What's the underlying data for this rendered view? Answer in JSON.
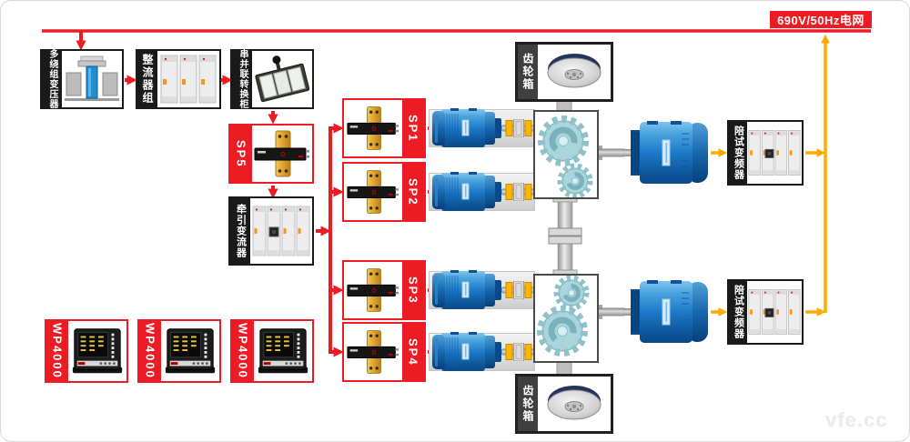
{
  "banner": {
    "label": "690V/50Hz电网"
  },
  "blocks": {
    "transformer": {
      "label": "多绕组变压器"
    },
    "rectifier": {
      "label": "整流器组"
    },
    "switch_cabinet": {
      "label": "串并联转换柜"
    },
    "sp5": {
      "label": "SP5"
    },
    "traction_converter": {
      "label": "牵引变流器"
    },
    "gearbox_top": {
      "label": "齿轮箱"
    },
    "gearbox_bottom": {
      "label": "齿轮箱"
    },
    "inverter_top": {
      "label": "陪试变频器"
    },
    "inverter_bottom": {
      "label": "陪试变频器"
    }
  },
  "sp_sensors": [
    {
      "label": "SP1"
    },
    {
      "label": "SP2"
    },
    {
      "label": "SP3"
    },
    {
      "label": "SP4"
    }
  ],
  "analyzers": [
    {
      "label": "WP4000"
    },
    {
      "label": "WP4000"
    },
    {
      "label": "WP4000"
    }
  ],
  "watermark": {
    "label": "vfe.cc"
  },
  "colors": {
    "bus_red": "#ed1c24",
    "line_yellow": "#ffaa00",
    "motor_blue": "#1c7ac9",
    "gear_teal": "#a9d6dc",
    "panel_black": "#1a1a1a"
  }
}
